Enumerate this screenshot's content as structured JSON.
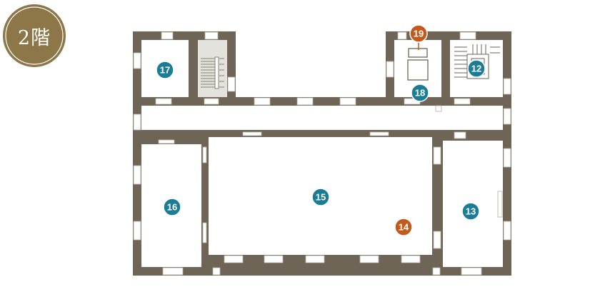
{
  "floor": {
    "label": "2階"
  },
  "colors": {
    "wall": "#6e6556",
    "floor": "#ffffff",
    "badge": "#8d7647",
    "badge_ring": "#ffffff",
    "marker_teal": "#1a7d95",
    "marker_orange": "#c35a1c",
    "stair_fill": "#e4e2dd"
  },
  "markers": [
    {
      "id": "marker-12",
      "label": "12",
      "color": "teal"
    },
    {
      "id": "marker-13",
      "label": "13",
      "color": "teal"
    },
    {
      "id": "marker-14",
      "label": "14",
      "color": "orange"
    },
    {
      "id": "marker-15",
      "label": "15",
      "color": "teal"
    },
    {
      "id": "marker-16",
      "label": "16",
      "color": "teal"
    },
    {
      "id": "marker-17",
      "label": "17",
      "color": "teal"
    },
    {
      "id": "marker-18",
      "label": "18",
      "color": "teal"
    },
    {
      "id": "marker-19",
      "label": "19",
      "color": "orange"
    }
  ]
}
